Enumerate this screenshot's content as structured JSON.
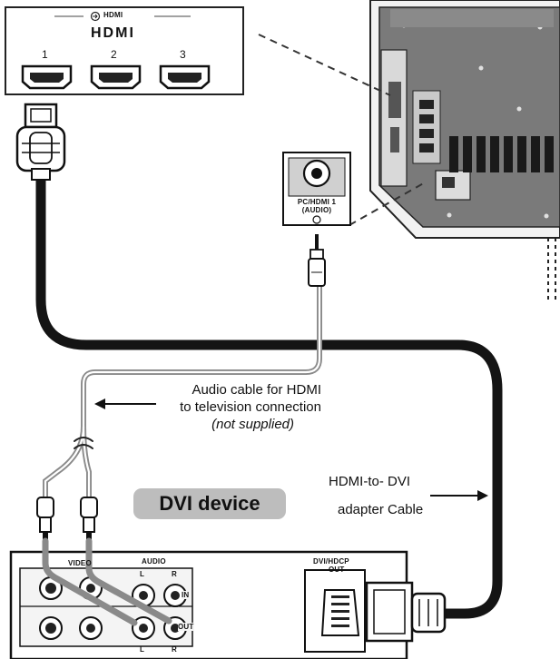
{
  "hdmi_panel": {
    "header": "HDMI",
    "logo": "HDMI",
    "ports": [
      "1",
      "2",
      "3"
    ]
  },
  "audio_jack": {
    "label_line1": "PC/HDMI 1",
    "label_line2": "(AUDIO)"
  },
  "audio_cable_note": {
    "line1": "Audio cable for HDMI",
    "line2": "to television connection",
    "line3": "(not supplied)"
  },
  "device_label": "DVI device",
  "adapter_note": {
    "line1": "HDMI-to- DVI",
    "line2": "adapter Cable"
  },
  "device_panel": {
    "video_label": "VIDEO",
    "audio_label": "AUDIO",
    "left_top": "L",
    "right_top": "R",
    "in_label": "IN",
    "out_label": "OUT",
    "left_bottom": "L",
    "right_bottom": "R",
    "dvi_label_line1": "DVI/HDCP",
    "dvi_label_line2": "OUT"
  },
  "colors": {
    "cable_black": "#141414",
    "cable_gray": "#8a8a8a",
    "badge_gray": "#bdbdbd",
    "tv_gray": "#6b6b6b"
  }
}
